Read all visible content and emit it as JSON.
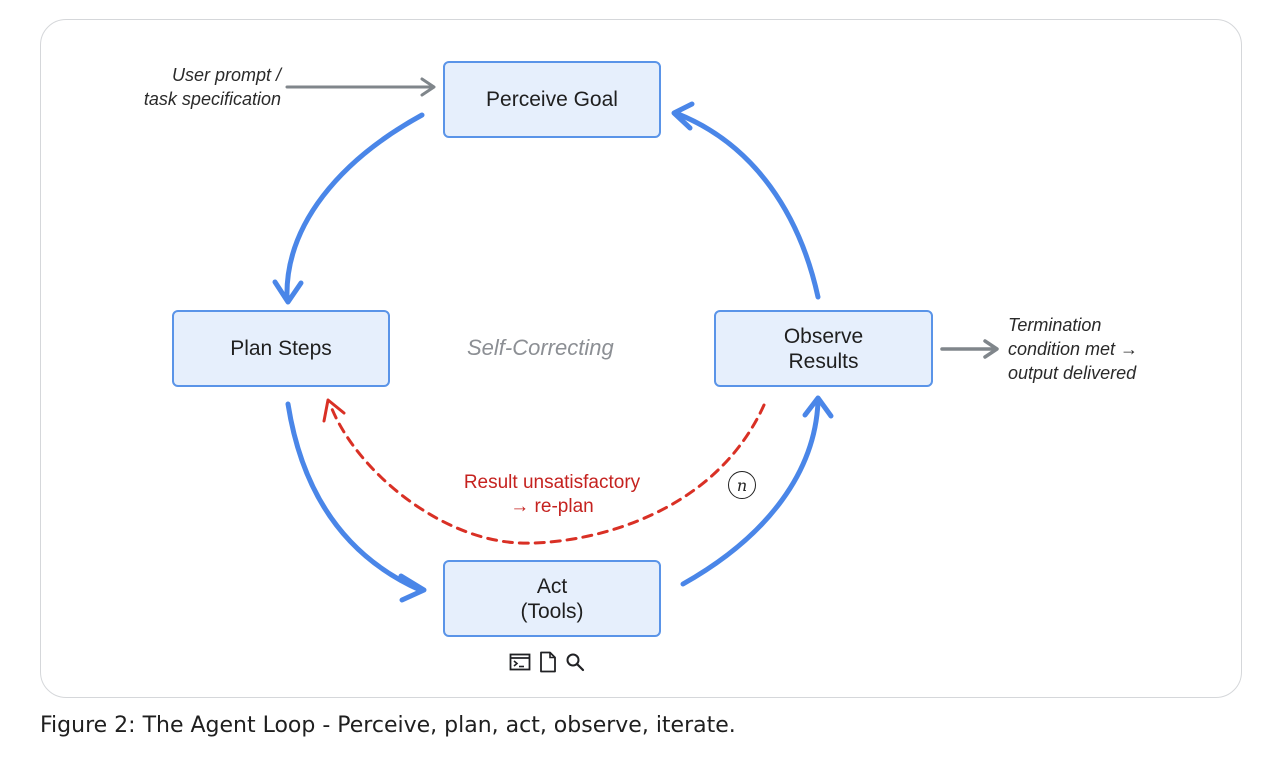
{
  "nodes": {
    "perceive": "Perceive Goal",
    "plan": "Plan Steps",
    "act_line1": "Act",
    "act_line2": "(Tools)",
    "observe_line1": "Observe",
    "observe_line2": "Results"
  },
  "inputs": {
    "user_prompt_line1": "User prompt /",
    "user_prompt_line2": "task specification"
  },
  "outputs": {
    "termination_line1": "Termination",
    "termination_line2": "condition met →",
    "termination_line3": "output delivered"
  },
  "center_label": "Self-Correcting",
  "feedback": {
    "line1": "Result unsatisfactory",
    "line2": "→ re-plan",
    "badge": "n"
  },
  "tool_icons": [
    "terminal-icon",
    "document-icon",
    "search-icon"
  ],
  "caption": "Figure 2: The Agent Loop - Perceive, plan, act, observe, iterate.",
  "colors": {
    "loop_arrow": "#4a86e8",
    "feedback_arrow": "#d93025",
    "node_fill": "#e6effc",
    "node_border": "#5a94e8",
    "side_arrow": "#80868b"
  }
}
